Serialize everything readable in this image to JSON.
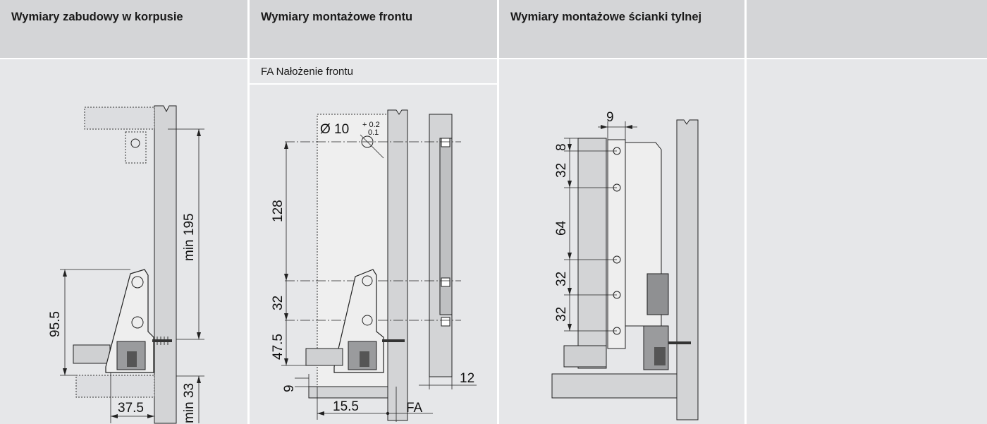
{
  "columns": [
    {
      "title": "Wymiary zabudowy w korpusie"
    },
    {
      "title": "Wymiary montażowe frontu",
      "subtitle": "FA  Nałożenie frontu"
    },
    {
      "title": "Wymiary montażowe ścianki tylnej"
    },
    {
      "title": ""
    }
  ],
  "dims": {
    "c1": {
      "min195": "min 195",
      "d955": "95.5",
      "d375": "37.5",
      "min33": "min 33"
    },
    "c2": {
      "dia": "Ø 10",
      "tolp": "+ 0.2",
      "toln": "0.1",
      "d128": "128",
      "d32": "32",
      "d475": "47.5",
      "d9": "9",
      "d155": "15.5",
      "fa": "FA",
      "d12": "12"
    },
    "c3": {
      "d9": "9",
      "d8": "8",
      "d32a": "32",
      "d64": "64",
      "d32b": "32",
      "d32c": "32"
    }
  }
}
